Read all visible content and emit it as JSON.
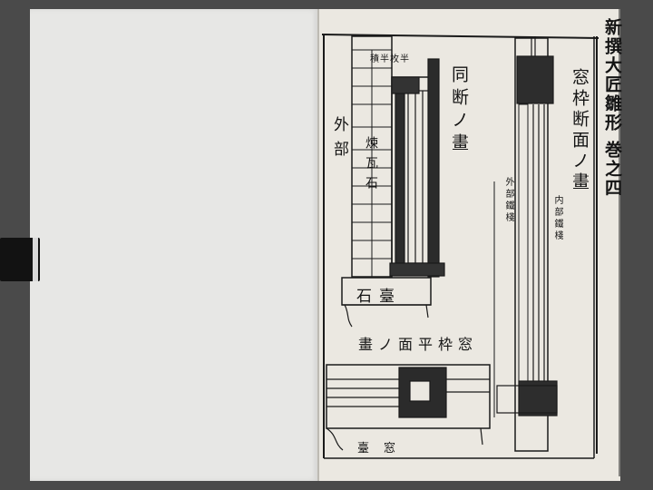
{
  "title_column": "新撰大匠雛形 巻之四",
  "labels": {
    "window_frame_section": "窓枠断面ノ畫",
    "same_section": "同断ノ畫",
    "outer_part": "外部",
    "brick_stone": "煉瓦石",
    "stone_sill": "石臺",
    "brick_label": "積半枚半",
    "window_frame_plan": "窓枠平面ノ畫",
    "window_sill": "窓臺",
    "iron_left": "外部鐵棧",
    "iron_right": "内部鐵棧"
  },
  "colors": {
    "paper": "#ebe8e1",
    "ink": "#141414",
    "backdrop": "#4a4a4a"
  }
}
